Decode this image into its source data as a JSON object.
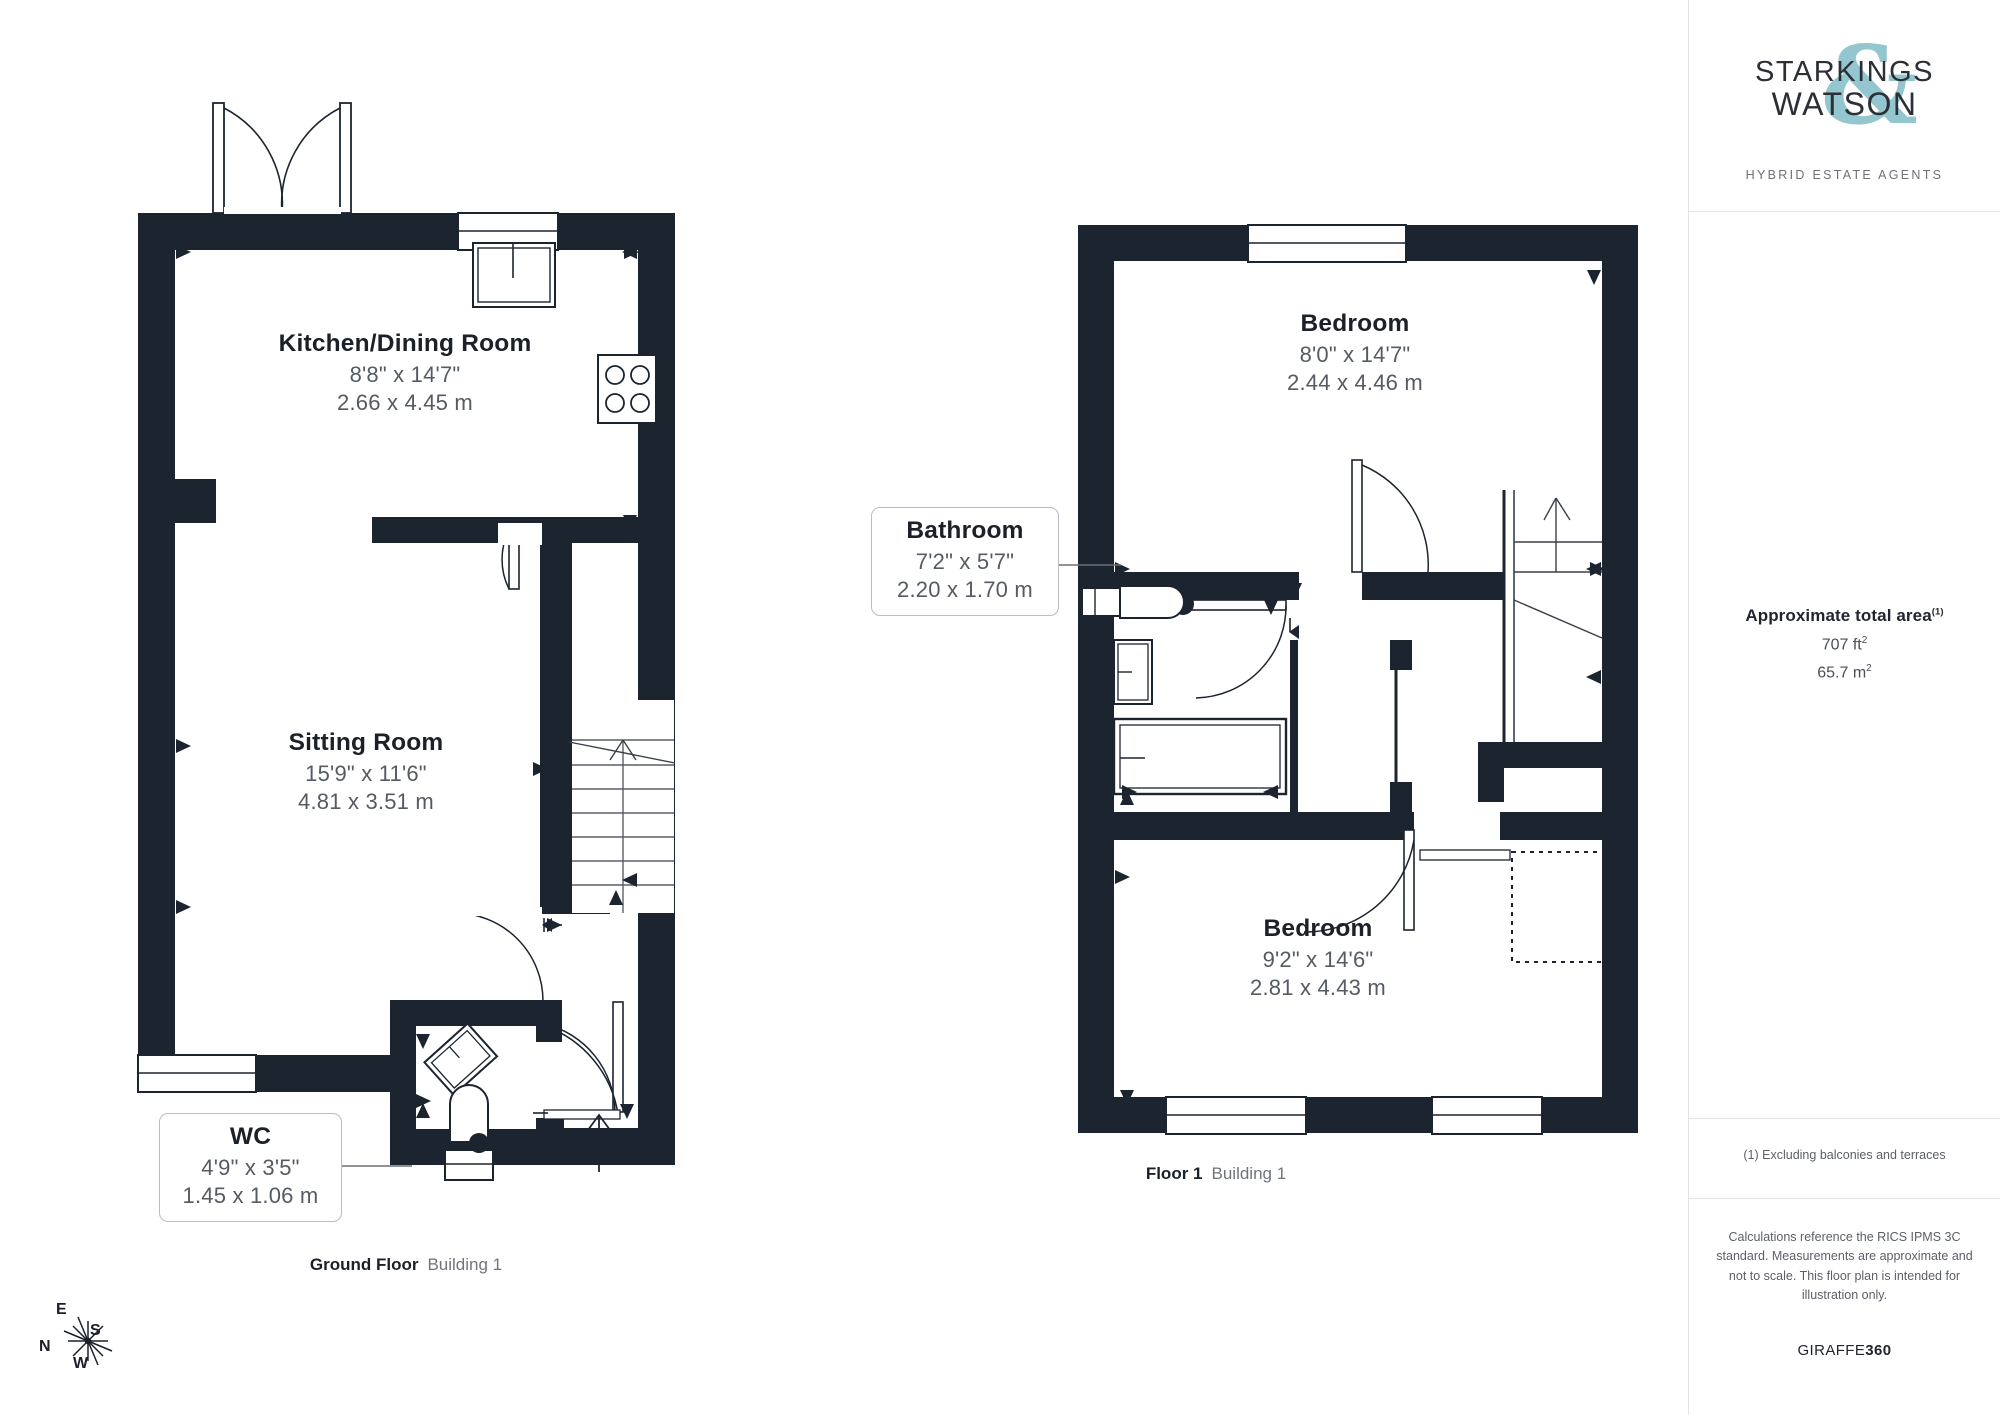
{
  "brand": {
    "logo_line1": "STARKINGS",
    "logo_line2": "WATSON",
    "logo_ampersand": "&",
    "tagline": "HYBRID ESTATE AGENTS",
    "footer_brand_light": "GIRAFFE",
    "footer_brand_bold": "360"
  },
  "sidebar": {
    "area_title": "Approximate total area",
    "area_title_sup": "(1)",
    "area_sqft": "707 ft",
    "area_sqft_sup": "2",
    "area_sqm": "65.7 m",
    "area_sqm_sup": "2",
    "footnote": "(1) Excluding balconies and terraces",
    "disclaimer": "Calculations reference the RICS IPMS 3C standard. Measurements are approximate and not to scale. This floor plan is intended for illustration only."
  },
  "floors": [
    {
      "id": "ground",
      "caption_bold": "Ground Floor",
      "caption_grey": "Building 1"
    },
    {
      "id": "first",
      "caption_bold": "Floor 1",
      "caption_grey": "Building 1"
    }
  ],
  "rooms": [
    {
      "id": "kitchen-dining",
      "floor": "ground",
      "name": "Kitchen/Dining Room",
      "dim_imperial": "8'8\" x 14'7\"",
      "dim_metric": "2.66 x 4.45 m",
      "style": "inline"
    },
    {
      "id": "sitting-room",
      "floor": "ground",
      "name": "Sitting Room",
      "dim_imperial": "15'9\" x 11'6\"",
      "dim_metric": "4.81 x 3.51 m",
      "style": "inline"
    },
    {
      "id": "wc",
      "floor": "ground",
      "name": "WC",
      "dim_imperial": "4'9\" x 3'5\"",
      "dim_metric": "1.45 x 1.06 m",
      "style": "callout"
    },
    {
      "id": "bathroom",
      "floor": "first",
      "name": "Bathroom",
      "dim_imperial": "7'2\" x 5'7\"",
      "dim_metric": "2.20 x 1.70 m",
      "style": "callout"
    },
    {
      "id": "bedroom-1",
      "floor": "first",
      "name": "Bedroom",
      "dim_imperial": "8'0\" x 14'7\"",
      "dim_metric": "2.44 x 4.46 m",
      "style": "inline"
    },
    {
      "id": "bedroom-2",
      "floor": "first",
      "name": "Bedroom",
      "dim_imperial": "9'2\" x 14'6\"",
      "dim_metric": "2.81 x 4.43 m",
      "style": "inline"
    }
  ],
  "compass": {
    "north": "N",
    "east": "E",
    "south": "S",
    "west": "W"
  },
  "colors": {
    "wall": "#1c2430",
    "accent": "#93c6ce",
    "text_dark": "#1b2029",
    "text_grey": "#555b63",
    "divider": "#e2e4e7"
  }
}
